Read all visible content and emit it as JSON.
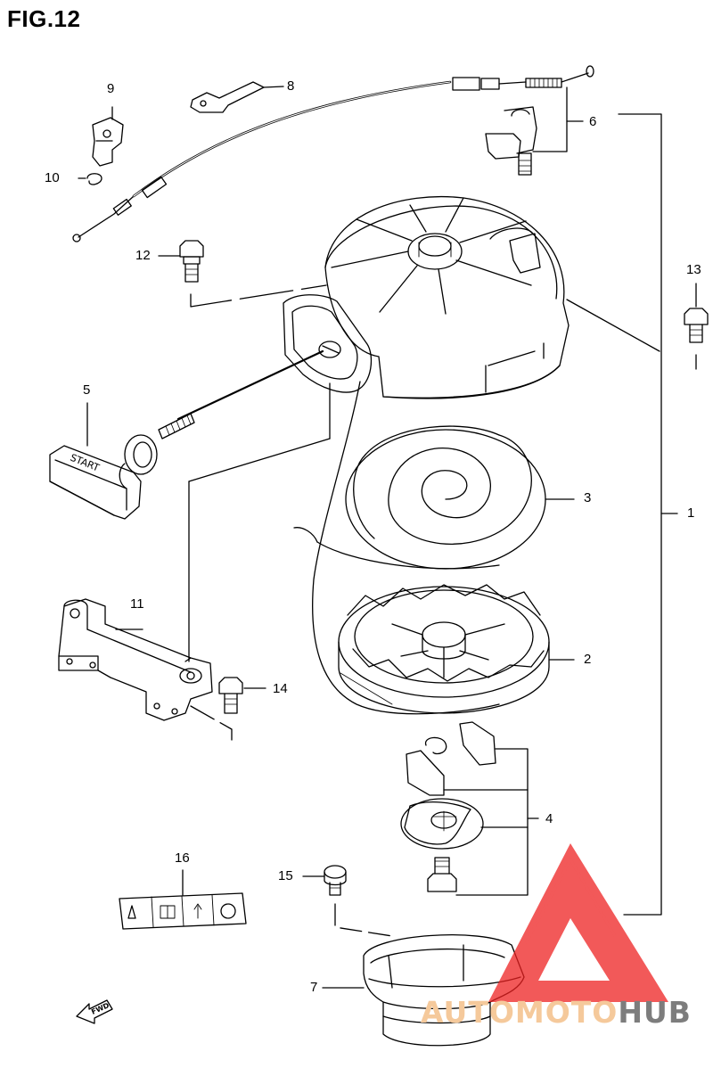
{
  "figure": {
    "title": "FIG.12"
  },
  "callouts": [
    {
      "id": "1",
      "label": "1"
    },
    {
      "id": "2",
      "label": "2"
    },
    {
      "id": "3",
      "label": "3"
    },
    {
      "id": "4",
      "label": "4"
    },
    {
      "id": "5",
      "label": "5"
    },
    {
      "id": "6",
      "label": "6"
    },
    {
      "id": "7",
      "label": "7"
    },
    {
      "id": "8",
      "label": "8"
    },
    {
      "id": "9",
      "label": "9"
    },
    {
      "id": "10",
      "label": "10"
    },
    {
      "id": "11",
      "label": "11"
    },
    {
      "id": "12",
      "label": "12"
    },
    {
      "id": "13",
      "label": "13"
    },
    {
      "id": "14",
      "label": "14"
    },
    {
      "id": "15",
      "label": "15"
    },
    {
      "id": "16",
      "label": "16"
    }
  ],
  "handle": {
    "text": "START"
  },
  "direction": {
    "text": "FWD"
  },
  "watermark": {
    "part1": "AUTOMOTO",
    "part2": "HUB"
  },
  "colors": {
    "line": "#000000",
    "background": "#ffffff",
    "logo_red": "#ee2222",
    "watermark_orange": "#f5c99b",
    "watermark_gray": "#7d7d7d"
  }
}
